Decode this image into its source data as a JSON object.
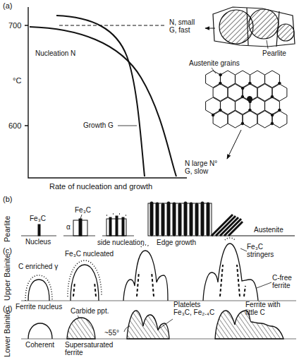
{
  "diagram": {
    "labels": [
      "(a)",
      "700",
      "°C",
      "600",
      "N, small G, fast",
      "Nucleation N",
      "Growth G",
      "Austenite grains",
      "Pearlite",
      "N large N° G, slow",
      "Rate of nucleation and growth",
      "(b)",
      "Pearlite",
      "Fe₃C",
      "Nucleus",
      "α",
      "Fe₃C",
      "side nucleation",
      "Edge growth",
      "Austenite",
      "(c)",
      "Upper Bainite",
      "C enriched γ",
      "Ferrite nucleus",
      "Fe₃C nucleated",
      "Fe₃C stringers",
      "C-free ferrite",
      "(d)",
      "Lower Bainite",
      "Carbide ppt.",
      "Coherent",
      "Supersaturated ferrite",
      "Platelets Fe₃C, Fe₂.₄C",
      "Ferrite with little C",
      "~55°"
    ]
  }
}
